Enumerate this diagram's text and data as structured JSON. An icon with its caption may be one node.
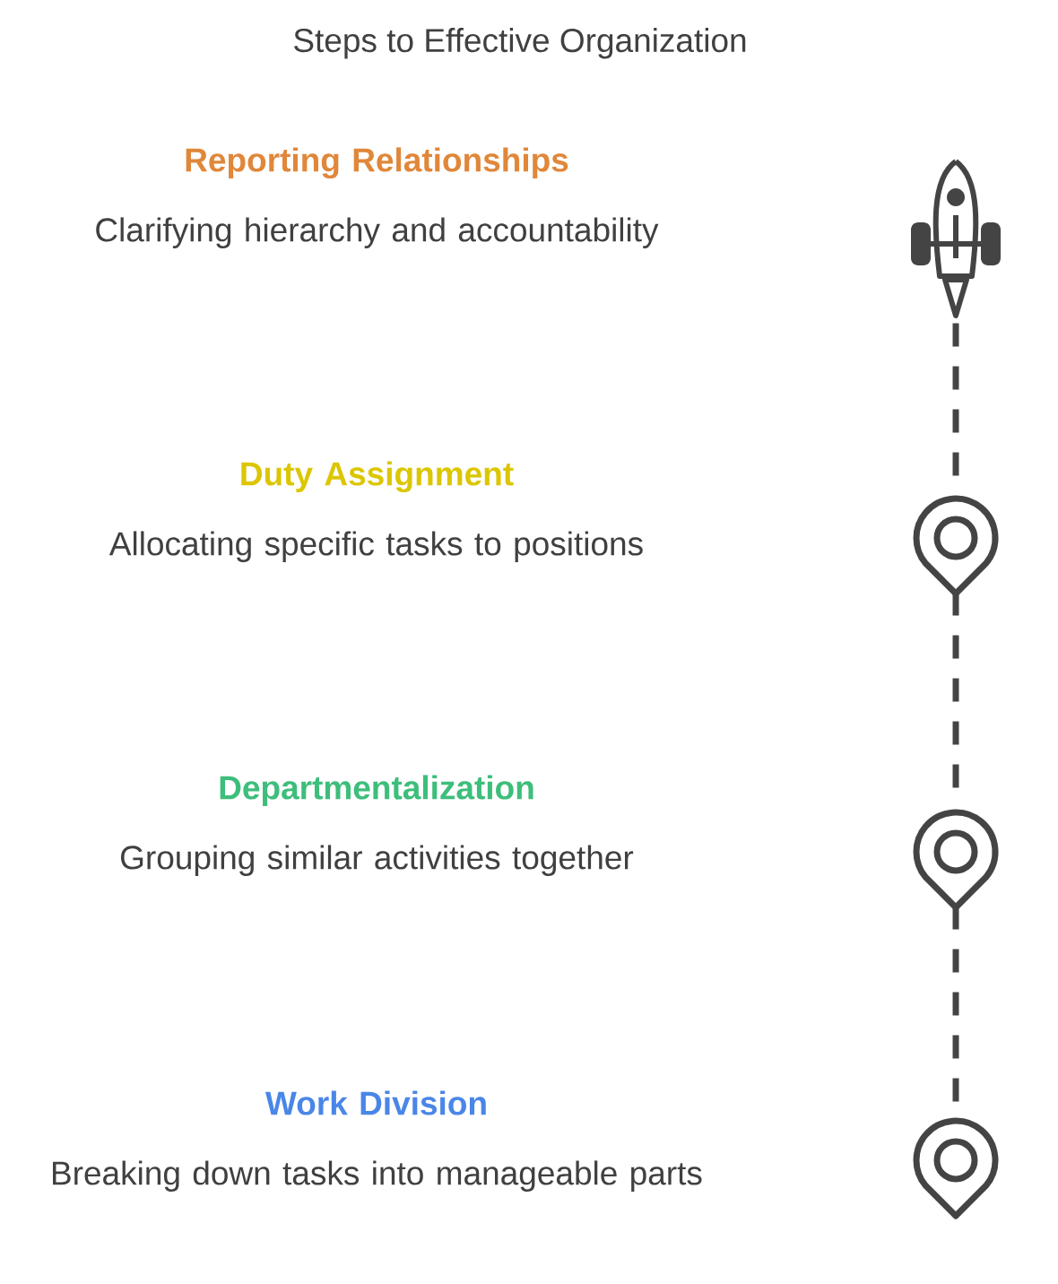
{
  "diagram": {
    "title": "Steps to Effective Organization",
    "nodes": [
      {
        "text": [
          "Reporting Relationships",
          "Clarifying hierarchy and accountability"
        ]
      },
      {
        "text": [],
        "shape": "rocket"
      },
      {
        "text": [
          "Duty Assignment",
          "Allocating specific tasks to positions"
        ]
      },
      {
        "text": [],
        "shape": "pin"
      },
      {
        "text": [
          "Departmentalization",
          "Grouping similar activities together"
        ]
      },
      {
        "text": [],
        "shape": "pin"
      },
      {
        "text": [
          "Work Division",
          "Breaking down tasks into manageable parts"
        ]
      },
      {
        "text": [],
        "shape": "pin"
      }
    ],
    "edges": [
      {
        "from": 1,
        "to": 3,
        "arrow": "none",
        "style": "dashed"
      },
      {
        "from": 3,
        "to": 5,
        "arrow": "none",
        "style": "dashed"
      },
      {
        "from": 5,
        "to": 7,
        "arrow": "none",
        "style": "dashed"
      }
    ]
  }
}
